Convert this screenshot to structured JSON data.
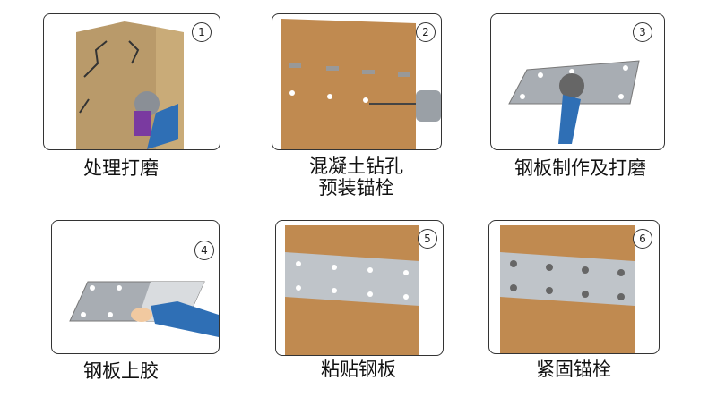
{
  "steps": [
    {
      "number": "1",
      "label": "处理打磨"
    },
    {
      "number": "2",
      "label": "混凝土钻孔",
      "label2": "预装锚栓"
    },
    {
      "number": "3",
      "label": "钢板制作及打磨"
    },
    {
      "number": "4",
      "label": "钢板上胶"
    },
    {
      "number": "5",
      "label": "粘贴钢板"
    },
    {
      "number": "6",
      "label": "紧固锚栓"
    }
  ],
  "colors": {
    "concrete": "#c08a50",
    "plate": "#a8adb3",
    "hand": "#2f6fb5"
  }
}
